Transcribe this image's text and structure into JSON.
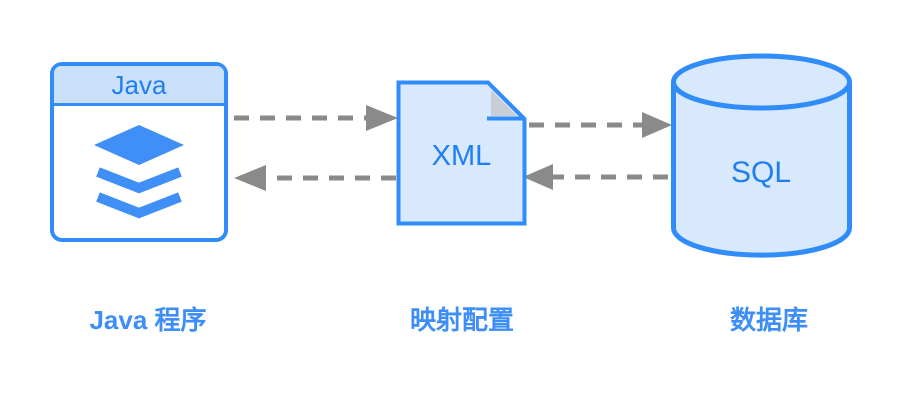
{
  "nodes": {
    "java": {
      "title": "Java",
      "label": "Java 程序",
      "icon": "layers-icon"
    },
    "xml": {
      "title": "XML",
      "label": "映射配置",
      "icon": "document-folded-corner-icon"
    },
    "sql": {
      "title": "SQL",
      "label": "数据库",
      "icon": "database-cylinder-icon"
    }
  },
  "arrows": [
    {
      "from": "java-app",
      "to": "xml-config",
      "direction": "right",
      "style": "dashed"
    },
    {
      "from": "xml-config",
      "to": "java-app",
      "direction": "left",
      "style": "dashed"
    },
    {
      "from": "xml-config",
      "to": "sql-database",
      "direction": "right",
      "style": "dashed"
    },
    {
      "from": "sql-database",
      "to": "xml-config",
      "direction": "left",
      "style": "dashed"
    }
  ],
  "colors": {
    "background": "#FFFFFF",
    "accent_blue_border": "#2F8CF8",
    "shape_fill_light_blue": "#D8E8FD",
    "java_header_fill": "#CBE1FB",
    "icon_blue": "#3F8FF7",
    "shape_text_blue": "#1F7FF2",
    "label_text_blue": "#3E8EF7",
    "arrow_gray": "#8A8A8A",
    "fold_gray": "#C9CED6"
  }
}
